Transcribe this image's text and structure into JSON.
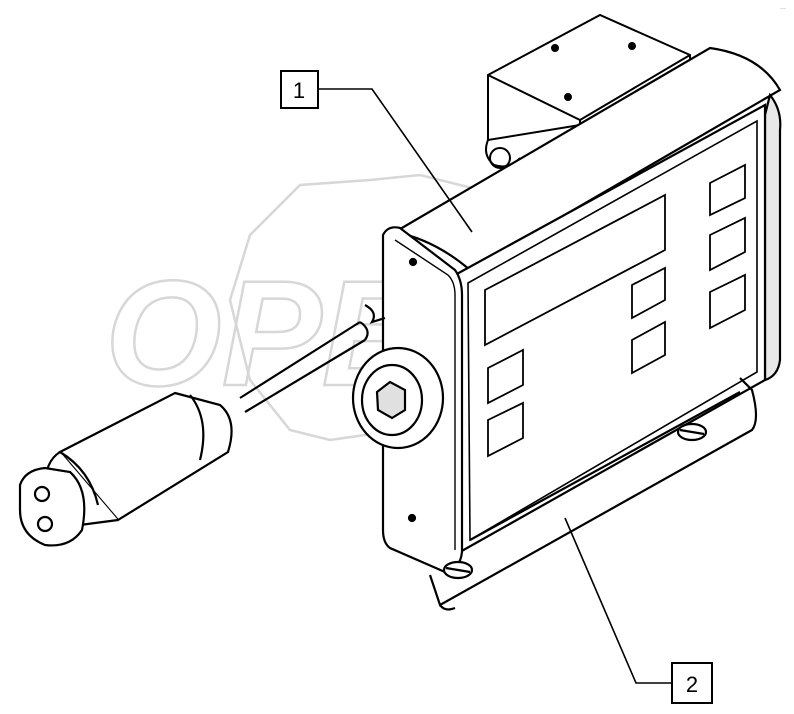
{
  "diagram": {
    "callouts": [
      {
        "id": "1",
        "label": "1"
      },
      {
        "id": "2",
        "label": "2"
      }
    ],
    "watermark": "OPEX",
    "corner_mark": "..."
  },
  "colors": {
    "line": "#000000",
    "shade": "#d4d4d4",
    "watermark": "#d7d7d7",
    "background": "#ffffff"
  }
}
